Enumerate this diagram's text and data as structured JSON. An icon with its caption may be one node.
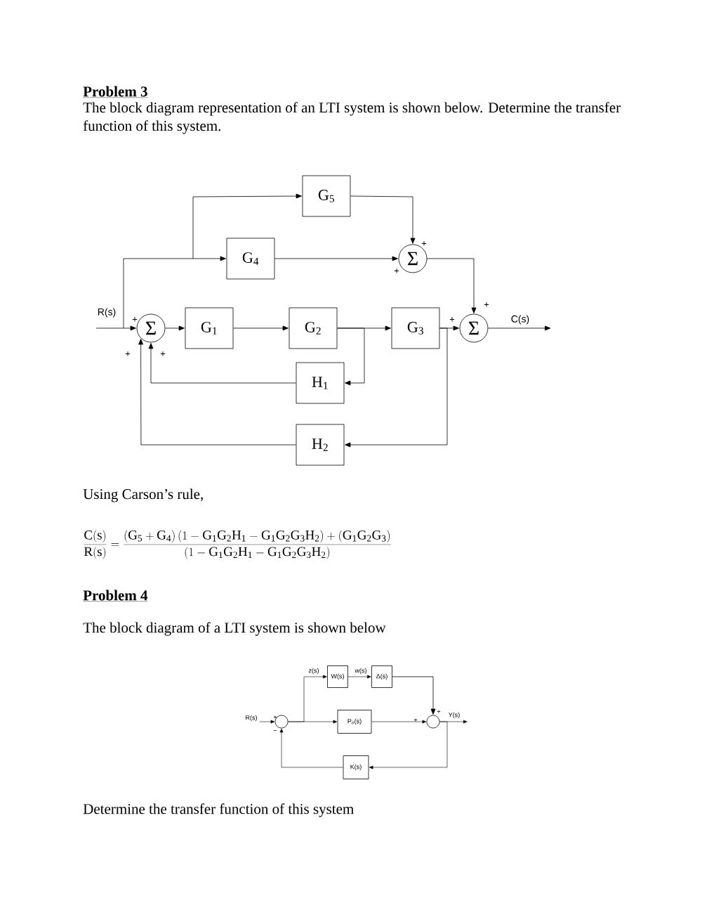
{
  "diagram": {
    "nodes": [
      {
        "text": [
          "G$_{5}$"
        ]
      },
      {
        "text": [
          "G$_{4}$"
        ]
      },
      {
        "text": [
          "Σ"
        ]
      },
      {
        "text": [
          "Σ"
        ]
      },
      {
        "text": [
          "G$_{1}$"
        ]
      },
      {
        "text": [
          "G$_{2}$"
        ]
      },
      {
        "text": [
          "G$_{3}$"
        ]
      },
      {
        "text": [
          "Σ"
        ]
      },
      {
        "text": [
          "H$_{1}$"
        ]
      },
      {
        "text": [
          "H$_{2}$"
        ]
      },
      {
        "text": [
          "W(s)"
        ]
      },
      {
        "text": [
          "Δ(s)"
        ]
      },
      {
        "text": [],
        "shape": "circle"
      },
      {
        "text": [
          "P$_{o}$(s)"
        ]
      },
      {
        "text": [],
        "shape": "circle"
      },
      {
        "text": [
          "K(s)"
        ]
      }
    ],
    "edges": [
      {
        "from": null,
        "to": 3,
        "arrow": "to",
        "label": "R(s)"
      },
      {
        "from": null,
        "to": 1,
        "arrow": "to"
      },
      {
        "from": null,
        "to": 0,
        "arrow": "to"
      },
      {
        "from": 3,
        "to": 4,
        "arrow": "to"
      },
      {
        "from": 4,
        "to": 5,
        "arrow": "to"
      },
      {
        "from": 5,
        "to": 6,
        "arrow": "to"
      },
      {
        "from": 5,
        "to": 8,
        "arrow": "to"
      },
      {
        "from": 8,
        "to": 3,
        "arrow": "to"
      },
      {
        "from": 6,
        "to": 7,
        "arrow": "to"
      },
      {
        "from": 6,
        "to": 9,
        "arrow": "to"
      },
      {
        "from": 9,
        "to": 3,
        "arrow": "to"
      },
      {
        "from": 0,
        "to": 2,
        "arrow": "to"
      },
      {
        "from": 1,
        "to": 2,
        "arrow": "to"
      },
      {
        "from": 2,
        "to": 7,
        "arrow": "to"
      },
      {
        "from": 7,
        "to": null,
        "arrow": "to",
        "label": "C(s)"
      },
      {
        "from": null,
        "to": 12,
        "arrow": "to",
        "label": "R(s)"
      },
      {
        "from": 12,
        "to": 13,
        "arrow": "to"
      },
      {
        "from": 12,
        "to": 10,
        "arrow": "to",
        "label": "z(s)"
      },
      {
        "from": 10,
        "to": 11,
        "arrow": "to",
        "label": "w(s)"
      },
      {
        "from": 11,
        "to": 14,
        "arrow": "to"
      },
      {
        "from": 13,
        "to": 14,
        "arrow": "to"
      },
      {
        "from": 14,
        "to": null,
        "arrow": "to",
        "label": "Y(s)"
      },
      {
        "from": 14,
        "to": 15,
        "arrow": "to"
      },
      {
        "from": 15,
        "to": 12,
        "arrow": "to"
      }
    ],
    "labels": [
      "Problem 3",
      "The block diagram representation of an LTI system is shown below. Determine the transfer function of this system.",
      "+",
      "+",
      "+",
      "+",
      "+",
      "+",
      "+",
      "Using Carson’s rule,",
      "\\frac{\\mathrm{C(s)}}{\\mathrm{R(s)}}=\\frac{\\left(\\mathrm{G_5+G_4}\\right)\\left(1-\\mathrm{G_1G_2H_1}-\\mathrm{G_1G_2G_3H_2}\\right)+\\left(\\mathrm{G_1G_2G_3}\\right)}{\\left(1-\\mathrm{G_1G_2H_1}-\\mathrm{G_1G_2G_3H_2}\\right)}",
      "Problem 4",
      "The block diagram of a LTI system is shown below",
      "+",
      "+",
      "+",
      "−",
      "Determine the transfer function of this system"
    ]
  }
}
